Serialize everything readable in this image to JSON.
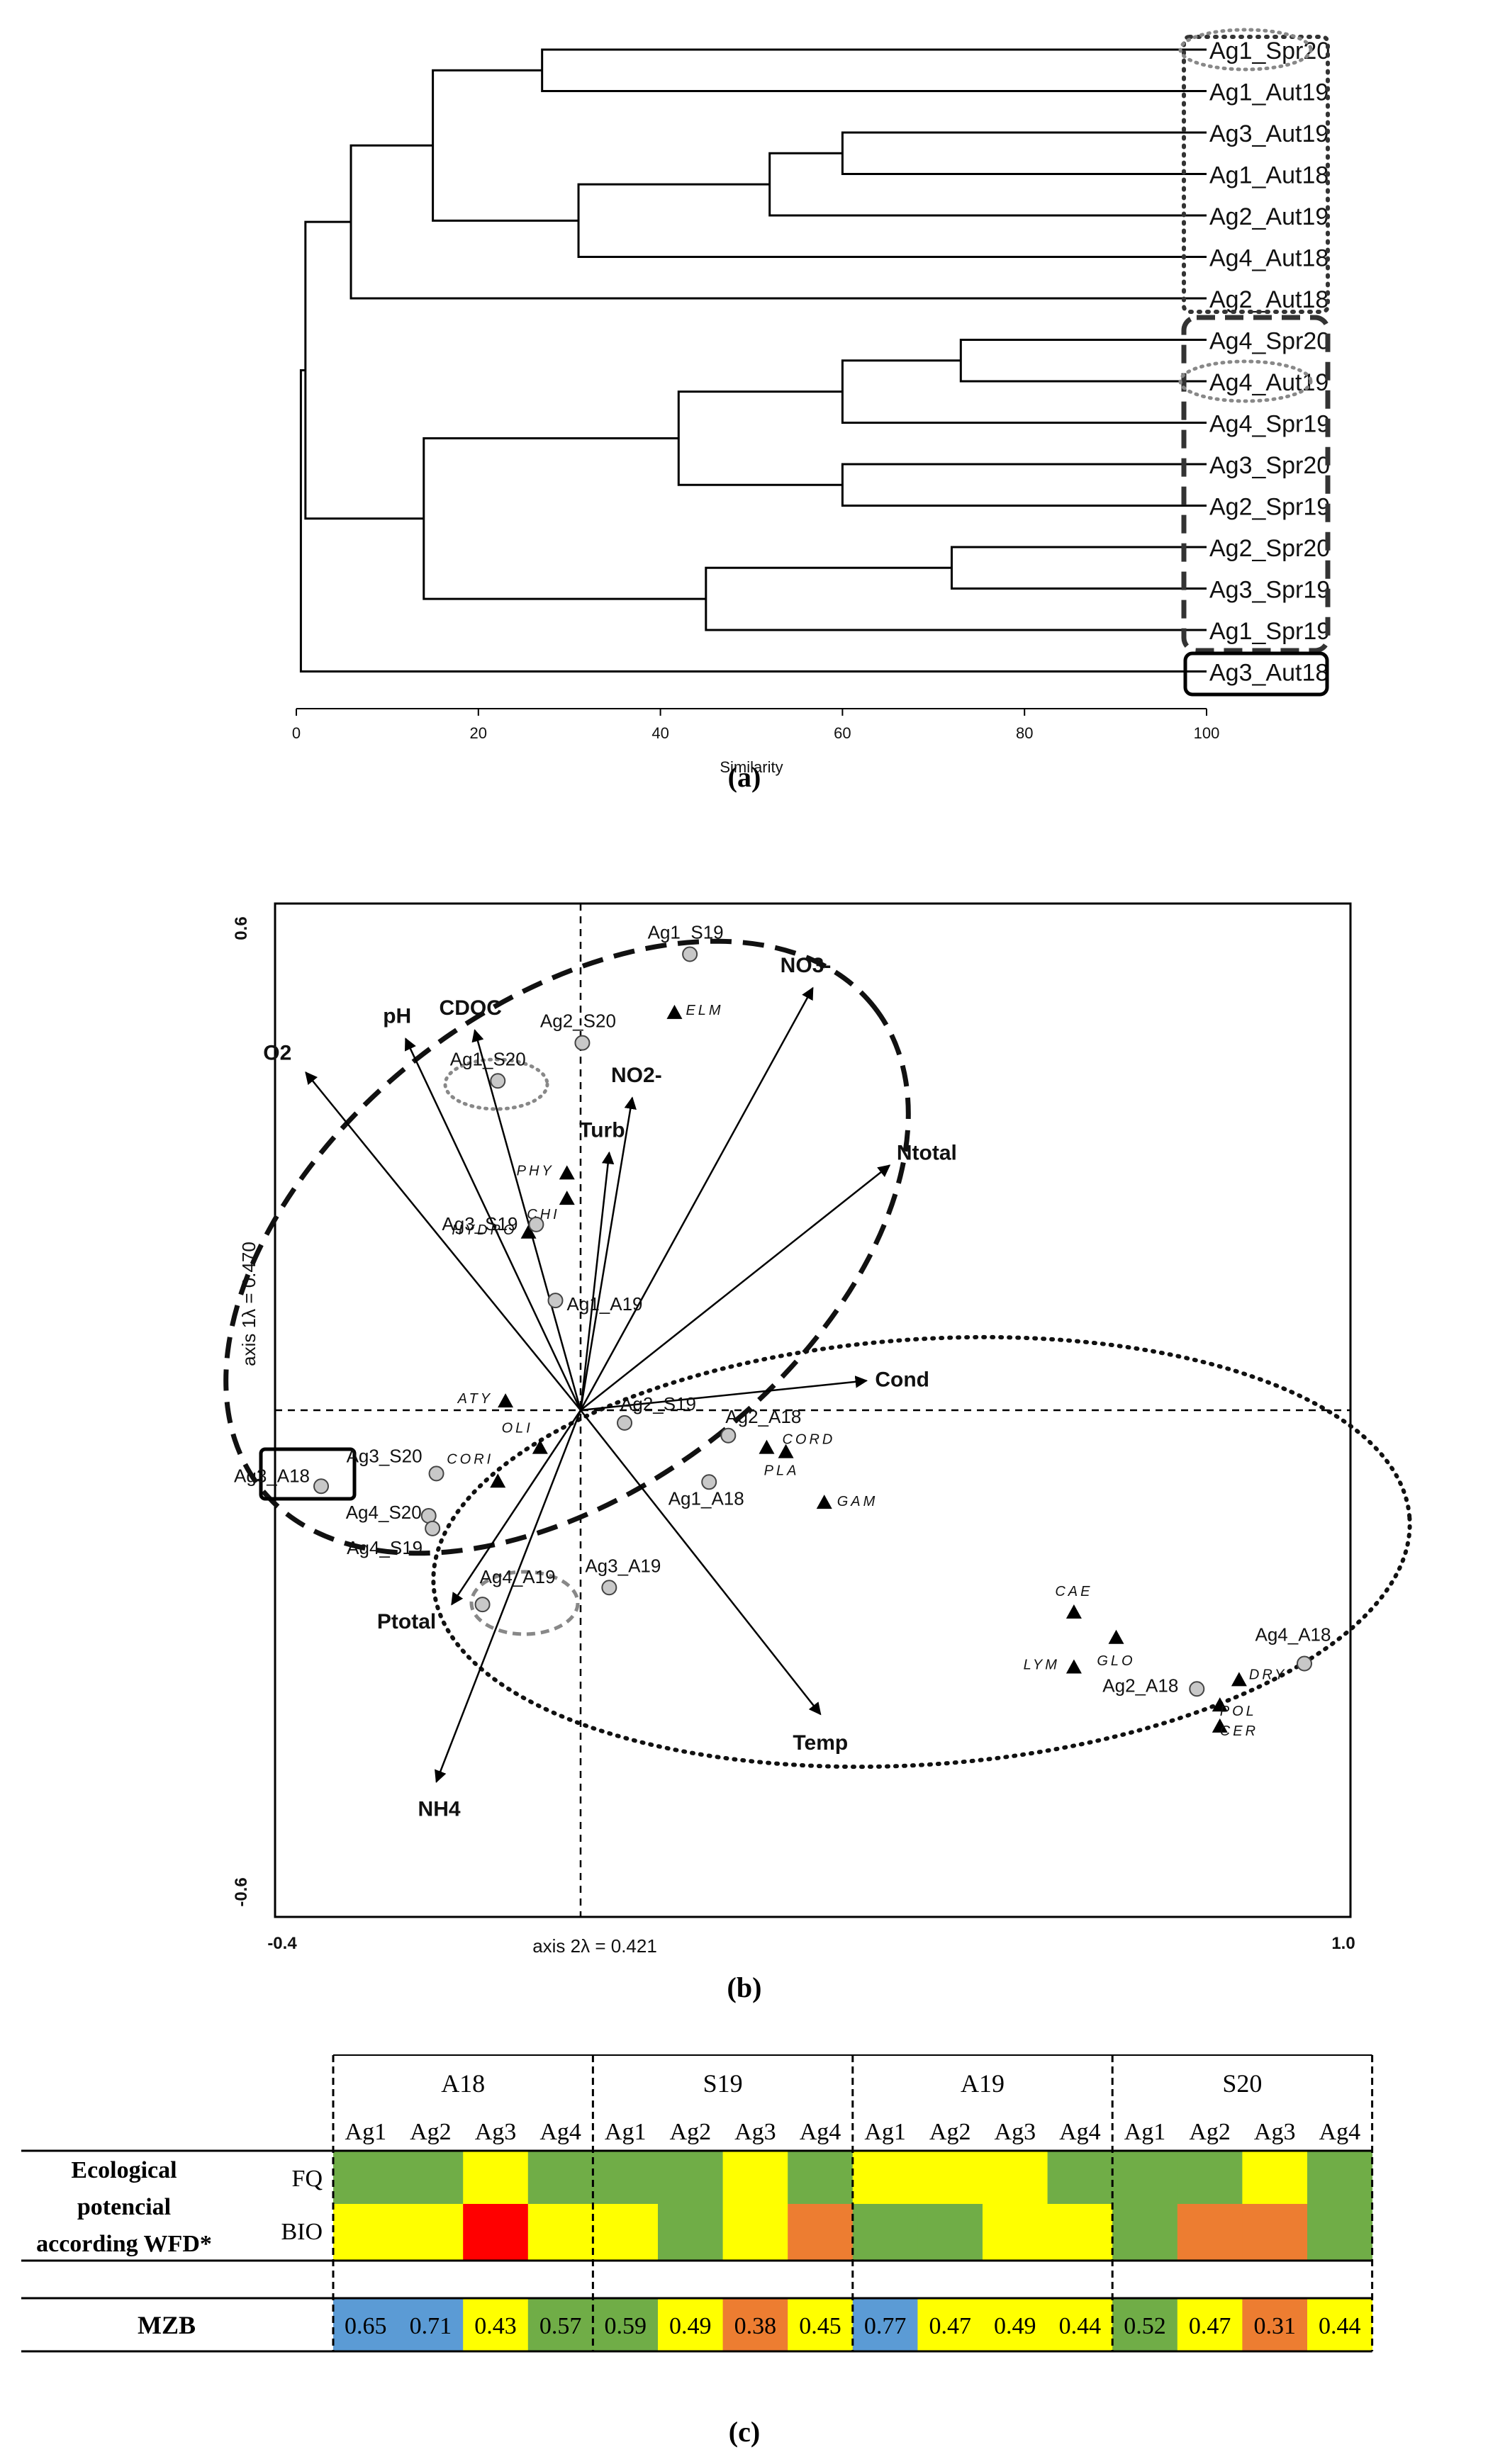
{
  "panel_labels": {
    "a": "(a)",
    "b": "(b)",
    "c": "(c)"
  },
  "chart_data": [
    {
      "type": "dendrogram",
      "xlabel": "Similarity",
      "xlim": [
        0,
        100
      ],
      "ticks": [
        "0",
        "20",
        "40",
        "60",
        "80",
        "100"
      ],
      "leaves": [
        "Ag1_Spr20",
        "Ag1_Aut19",
        "Ag3_Aut19",
        "Ag1_Aut18",
        "Ag2_Aut19",
        "Ag4_Aut18",
        "Ag2_Aut18",
        "Ag4_Spr20",
        "Ag4_Aut19",
        "Ag4_Spr19",
        "Ag3_Spr20",
        "Ag2_Spr19",
        "Ag2_Spr20",
        "Ag3_Spr19",
        "Ag1_Spr19",
        "Ag3_Aut18"
      ],
      "merges": [
        {
          "a": "Ag1_Spr20",
          "b": "Ag1_Aut19",
          "similarity": 27
        },
        {
          "a": "Ag3_Aut19",
          "b": "Ag1_Aut18",
          "similarity": 60
        },
        {
          "a": "Ag2_Aut19",
          "b": "(Ag3_Aut19,Ag1_Aut18)",
          "similarity": 52
        },
        {
          "a": "Ag4_Aut18",
          "b": "(Ag3_Aut19,Ag1_Aut18,Ag2_Aut19)",
          "similarity": 31
        },
        {
          "a": "(Ag1_Spr20,Ag1_Aut19)",
          "b": "(Ag3_Aut19..Ag4_Aut18)",
          "similarity": 15
        },
        {
          "a": "Ag2_Aut18",
          "b": "(Ag1_Spr20..Ag4_Aut18)",
          "similarity": 6
        },
        {
          "a": "Ag4_Spr20",
          "b": "Ag4_Aut19",
          "similarity": 73
        },
        {
          "a": "Ag4_Spr19",
          "b": "(Ag4_Spr20,Ag4_Aut19)",
          "similarity": 60
        },
        {
          "a": "Ag3_Spr20",
          "b": "Ag2_Spr19",
          "similarity": 60
        },
        {
          "a": "(Ag4_Spr20..Ag4_Spr19)",
          "b": "(Ag3_Spr20,Ag2_Spr19)",
          "similarity": 42
        },
        {
          "a": "Ag2_Spr20",
          "b": "Ag3_Spr19",
          "similarity": 72
        },
        {
          "a": "Ag1_Spr19",
          "b": "(Ag2_Spr20,Ag3_Spr19)",
          "similarity": 45
        },
        {
          "a": "(Ag4_Spr20..Ag2_Spr19)",
          "b": "(Ag2_Spr20..Ag1_Spr19)",
          "similarity": 14
        },
        {
          "a": "(Ag1_Spr20..Ag2_Aut18)",
          "b": "(Ag4_Spr20..Ag1_Spr19)",
          "similarity": 1
        },
        {
          "a": "Ag3_Aut18",
          "b": "(all others)",
          "similarity": 0.5
        }
      ]
    },
    {
      "type": "scatter",
      "subtype": "ordination biplot",
      "xlabel": "axis 2λ = 0.421",
      "ylabel": "axis 1λ = 0.470",
      "xlim": [
        -0.4,
        1.0
      ],
      "ylim": [
        -0.6,
        0.6
      ],
      "x_ticks": [
        "-0.4",
        "1.0"
      ],
      "y_ticks": [
        "0.6",
        "-0.6"
      ],
      "sites": [
        {
          "label": "Ag1_S19",
          "x": 0.14,
          "y": 0.54
        },
        {
          "label": "Ag2_S20",
          "x": 0.0,
          "y": 0.435
        },
        {
          "label": "Ag1_S20",
          "x": -0.11,
          "y": 0.39
        },
        {
          "label": "Ag3_S19",
          "x": -0.06,
          "y": 0.22
        },
        {
          "label": "Ag1_A19",
          "x": -0.035,
          "y": 0.13
        },
        {
          "label": "Ag2_S19",
          "x": 0.055,
          "y": -0.015
        },
        {
          "label": "Ag2_A18",
          "x": 0.19,
          "y": -0.03
        },
        {
          "label": "Ag3_S20",
          "x": -0.19,
          "y": -0.075
        },
        {
          "label": "Ag3_A18",
          "x": -0.34,
          "y": -0.09
        },
        {
          "label": "Ag1_A18",
          "x": 0.165,
          "y": -0.085
        },
        {
          "label": "Ag4_S20",
          "x": -0.2,
          "y": -0.125
        },
        {
          "label": "Ag4_S19",
          "x": -0.195,
          "y": -0.14
        },
        {
          "label": "Ag3_A19",
          "x": 0.035,
          "y": -0.21
        },
        {
          "label": "Ag4_A19",
          "x": -0.13,
          "y": -0.23
        },
        {
          "label": "Ag2_A18",
          "x": 0.8,
          "y": -0.33
        },
        {
          "label": "Ag4_A18",
          "x": 0.94,
          "y": -0.3
        }
      ],
      "taxa": [
        {
          "label": "ELM",
          "x": 0.12,
          "y": 0.47
        },
        {
          "label": "PHY",
          "x": -0.02,
          "y": 0.28
        },
        {
          "label": "CHI",
          "x": -0.02,
          "y": 0.25
        },
        {
          "label": "HYDRO",
          "x": -0.07,
          "y": 0.21
        },
        {
          "label": "ATY",
          "x": -0.1,
          "y": 0.01
        },
        {
          "label": "OLI",
          "x": -0.055,
          "y": -0.045
        },
        {
          "label": "CORI",
          "x": -0.11,
          "y": -0.085
        },
        {
          "label": "CORD",
          "x": 0.24,
          "y": -0.045
        },
        {
          "label": "PLA",
          "x": 0.265,
          "y": -0.05
        },
        {
          "label": "GAM",
          "x": 0.315,
          "y": -0.11
        },
        {
          "label": "CAE",
          "x": 0.64,
          "y": -0.24
        },
        {
          "label": "GLO",
          "x": 0.695,
          "y": -0.27
        },
        {
          "label": "LYM",
          "x": 0.64,
          "y": -0.305
        },
        {
          "label": "DRY",
          "x": 0.855,
          "y": -0.32
        },
        {
          "label": "POL",
          "x": 0.83,
          "y": -0.35
        },
        {
          "label": "CER",
          "x": 0.83,
          "y": -0.375
        }
      ],
      "vectors": [
        {
          "label": "O2",
          "x": -0.36,
          "y": 0.4
        },
        {
          "label": "pH",
          "x": -0.23,
          "y": 0.44
        },
        {
          "label": "CDOC",
          "x": -0.14,
          "y": 0.45
        },
        {
          "label": "NO3-",
          "x": 0.3,
          "y": 0.5
        },
        {
          "label": "NO2-",
          "x": 0.065,
          "y": 0.37
        },
        {
          "label": "Turb",
          "x": 0.035,
          "y": 0.305
        },
        {
          "label": "Ntotal",
          "x": 0.4,
          "y": 0.29
        },
        {
          "label": "Cond",
          "x": 0.37,
          "y": 0.035
        },
        {
          "label": "Ptotal",
          "x": -0.17,
          "y": -0.23
        },
        {
          "label": "NH4",
          "x": -0.19,
          "y": -0.44
        },
        {
          "label": "Temp",
          "x": 0.31,
          "y": -0.36
        }
      ]
    },
    {
      "type": "table",
      "periods": [
        "A18",
        "S19",
        "A19",
        "S20"
      ],
      "sites": [
        "Ag1",
        "Ag2",
        "Ag3",
        "Ag4"
      ],
      "group_label": "Ecological potencial according WFD*",
      "rows": [
        {
          "label": "FQ",
          "colors": [
            "green",
            "green",
            "yellow",
            "green",
            "green",
            "green",
            "yellow",
            "green",
            "yellow",
            "yellow",
            "yellow",
            "green",
            "green",
            "green",
            "yellow",
            "green"
          ]
        },
        {
          "label": "BIO",
          "colors": [
            "yellow",
            "yellow",
            "red",
            "yellow",
            "yellow",
            "green",
            "yellow",
            "orange",
            "green",
            "green",
            "yellow",
            "yellow",
            "green",
            "orange",
            "orange",
            "green"
          ]
        }
      ],
      "mzb": {
        "label": "MZB",
        "values": [
          "0.65",
          "0.71",
          "0.43",
          "0.57",
          "0.59",
          "0.49",
          "0.38",
          "0.45",
          "0.77",
          "0.47",
          "0.49",
          "0.44",
          "0.52",
          "0.47",
          "0.31",
          "0.44"
        ],
        "colors": [
          "blue",
          "blue",
          "yellow",
          "green",
          "green",
          "yellow",
          "orange",
          "yellow",
          "blue",
          "yellow",
          "yellow",
          "yellow",
          "green",
          "yellow",
          "orange",
          "yellow"
        ]
      },
      "palette": {
        "green": "#70ad47",
        "yellow": "#ffff00",
        "orange": "#ed7d31",
        "red": "#ff0000",
        "blue": "#5b9bd5"
      }
    }
  ]
}
